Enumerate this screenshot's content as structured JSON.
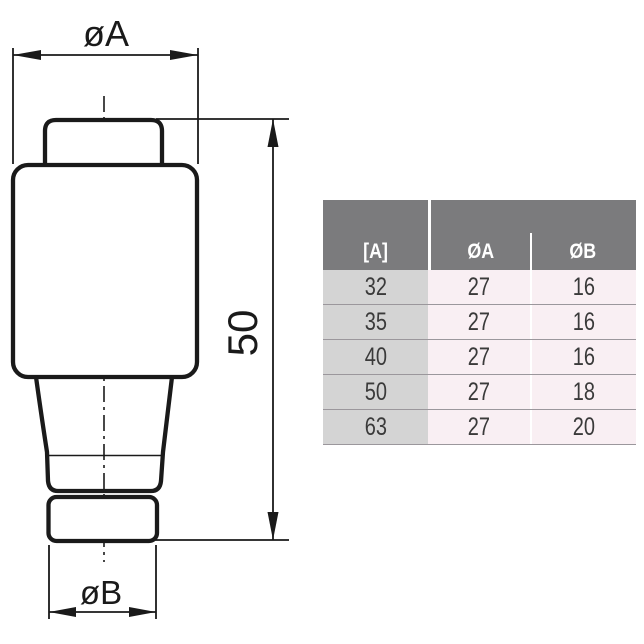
{
  "drawing": {
    "labels": {
      "diameter_top": "øA",
      "height": "50",
      "diameter_bottom": "øB"
    },
    "line_color": "#1a1a1a"
  },
  "table": {
    "headers": [
      "[A]",
      "ØA",
      "ØB"
    ],
    "rows": [
      [
        "32",
        "27",
        "16"
      ],
      [
        "35",
        "27",
        "16"
      ],
      [
        "40",
        "27",
        "16"
      ],
      [
        "50",
        "27",
        "18"
      ],
      [
        "63",
        "27",
        "20"
      ]
    ],
    "colors": {
      "header_bg": "#7b7b7d",
      "header_text": "#ffffff",
      "ampere_col_bg": "#d4d4d4",
      "value_col_bg": "#f9eff3",
      "row_divider": "#9b979c",
      "cell_text": "#3a3a3a"
    }
  }
}
